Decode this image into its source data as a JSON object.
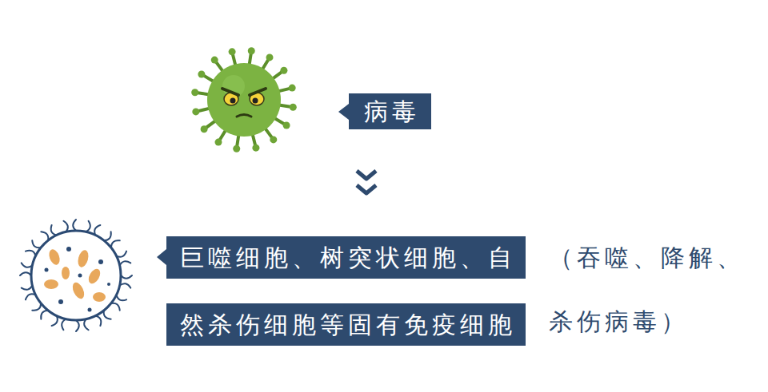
{
  "diagram": {
    "nodes": [
      {
        "text": [
          "病毒"
        ]
      },
      {
        "text": [
          "巨噬细胞、树突状细胞、自然杀伤细胞等固有免疫细胞"
        ]
      }
    ],
    "labels": [
      "（吞噬、降解、杀伤病毒）"
    ]
  }
}
